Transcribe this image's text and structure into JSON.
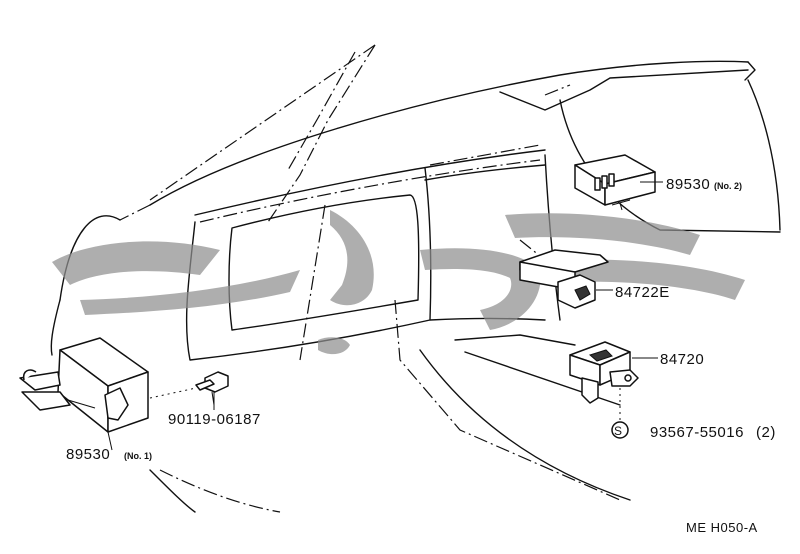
{
  "parts": [
    {
      "id": "unit-no2",
      "number": "89530",
      "note": "(No. 2)"
    },
    {
      "id": "switch-e",
      "number": "84722E",
      "note": ""
    },
    {
      "id": "switch",
      "number": "84720",
      "note": ""
    },
    {
      "id": "bolt",
      "number": "90119-06187",
      "note": ""
    },
    {
      "id": "screw",
      "number": "93567-55016",
      "note": "(2)",
      "symbol": "S"
    },
    {
      "id": "unit-no1",
      "number": "89530",
      "note": "(No. 1)"
    }
  ],
  "figure_code": "ME H050-A"
}
